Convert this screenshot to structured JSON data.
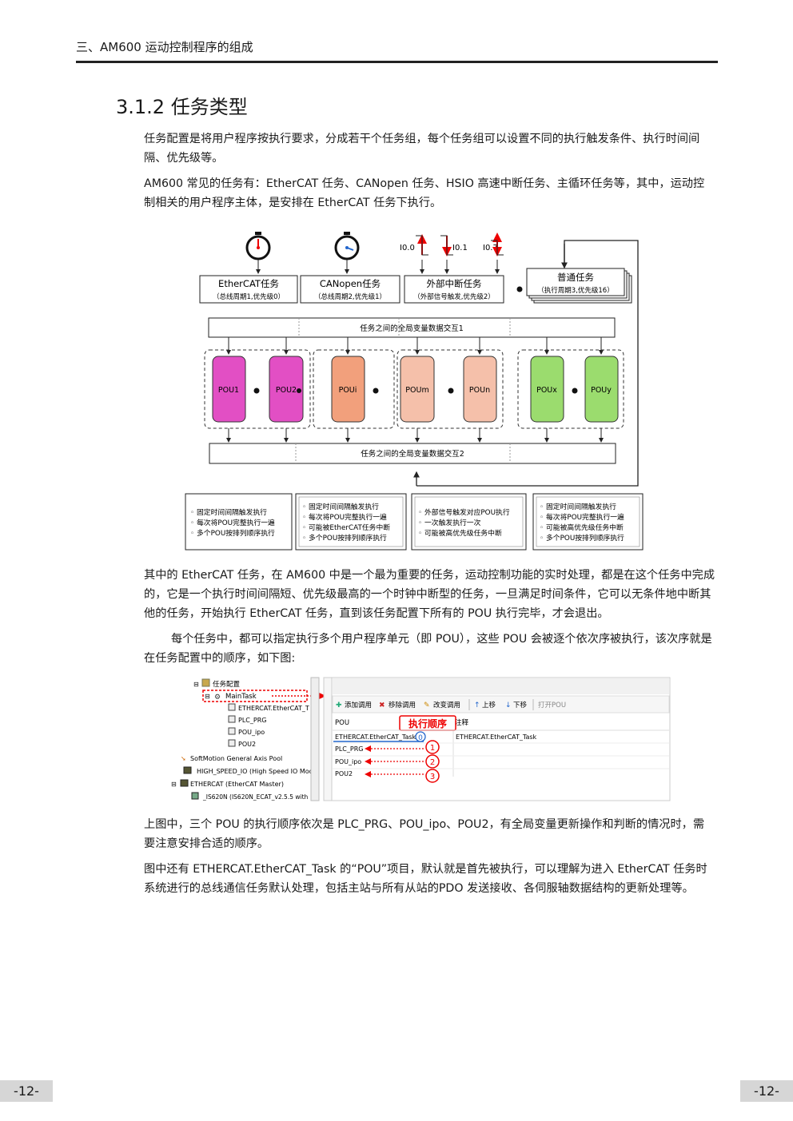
{
  "header": {
    "text": "三、AM600 运动控制程序的组成"
  },
  "section": {
    "title": "3.1.2 任务类型"
  },
  "paragraphs": [
    "任务配置是将用户程序按执行要求，分成若干个任务组，每个任务组可以设置不同的执行触发条件、执行时间间隔、优先级等。",
    "AM600 常见的任务有：EtherCAT 任务、CANopen 任务、HSIO 高速中断任务、主循环任务等，其中，运动控制相关的用户程序主体，是安排在 EtherCAT 任务下执行。",
    "其中的 EtherCAT 任务，在 AM600 中是一个最为重要的任务，运动控制功能的实时处理，都是在这个任务中完成的，它是一个执行时间间隔短、优先级最高的一个时钟中断型的任务，一旦满足时间条件，它可以无条件地中断其他的任务，开始执行 EtherCAT 任务，直到该任务配置下所有的 POU 执行完毕，才会退出。",
    "每个任务中，都可以指定执行多个用户程序单元（即 POU），这些 POU 会被逐个依次序被执行，该次序就是在任务配置中的顺序，如下图:",
    "上图中，三个 POU 的执行顺序依次是 PLC_PRG、POU_ipo、POU2，有全局变量更新操作和判断的情况时，需要注意安排合适的顺序。",
    "图中还有 ETHERCAT.EtherCAT_Task 的“POU”项目，默认就是首先被执行，可以理解为进入 EtherCAT 任务时系统进行的总线通信任务默认处理，包括主站与所有从站的PDO 发送接收、各伺服轴数据结构的更新处理等。"
  ],
  "diagram": {
    "io_labels": [
      "I0.0",
      "I0.1",
      "I0.7"
    ],
    "tasks": [
      {
        "name": "EtherCAT任务",
        "sub": "（总线周期1,优先级0）"
      },
      {
        "name": "CANopen任务",
        "sub": "（总线周期2,优先级1）"
      },
      {
        "name": "外部中断任务",
        "sub": "（外部信号触发,优先级2）"
      },
      {
        "name": "普通任务",
        "sub": "（执行周期3,优先级16）"
      }
    ],
    "exchange1": "任务之间的全局变量数据交互1",
    "exchange2": "任务之间的全局变量数据交互2",
    "pous": [
      "POU1",
      "POU2",
      "POUi",
      "POUm",
      "POUn",
      "POUx",
      "POUy"
    ],
    "colors": {
      "magenta": "#e24fc4",
      "salmon": "#f2a07c",
      "peach": "#f5c0aa",
      "green": "#9bdc6e"
    },
    "notes": [
      [
        "固定时间间隔触发执行",
        "每次将POU完整执行一遍",
        "多个POU按排列顺序执行"
      ],
      [
        "固定时间间隔触发执行",
        "每次将POU完整执行一遍",
        "可能被EtherCAT任务中断",
        "多个POU按排列顺序执行"
      ],
      [
        "外部信号触发对应POU执行",
        "一次触发执行一次",
        "可能被高优先级任务中断"
      ],
      [
        "固定时间间隔触发执行",
        "每次将POU完整执行一遍",
        "可能被高优先级任务中断",
        "多个POU按排列顺序执行"
      ]
    ]
  },
  "screenshot": {
    "tree": [
      "任务配置",
      "MainTask",
      "ETHERCAT.EtherCAT_T",
      "PLC_PRG",
      "POU_ipo",
      "POU2",
      "SoftMotion General Axis Pool",
      "HIGH_SPEED_IO (High Speed IO Mod",
      "ETHERCAT (EtherCAT Master)",
      "_IS620N (IS620N_ECAT_v2.5.5 with"
    ],
    "toolbar": [
      "添加调用",
      "移除调用",
      "改变调用",
      "上移",
      "下移",
      "打开POU"
    ],
    "col_pou": "POU",
    "col_comment": "注释",
    "order_label": "执行顺序",
    "rows": [
      {
        "pou": "ETHERCAT.EtherCAT_Task",
        "comment": "ETHERCAT.EtherCAT_Task",
        "mark": "0"
      },
      {
        "pou": "PLC_PRG",
        "comment": "",
        "mark": "1"
      },
      {
        "pou": "POU_ipo",
        "comment": "",
        "mark": "2"
      },
      {
        "pou": "POU2",
        "comment": "",
        "mark": "3"
      }
    ]
  },
  "page_number": "-12-"
}
